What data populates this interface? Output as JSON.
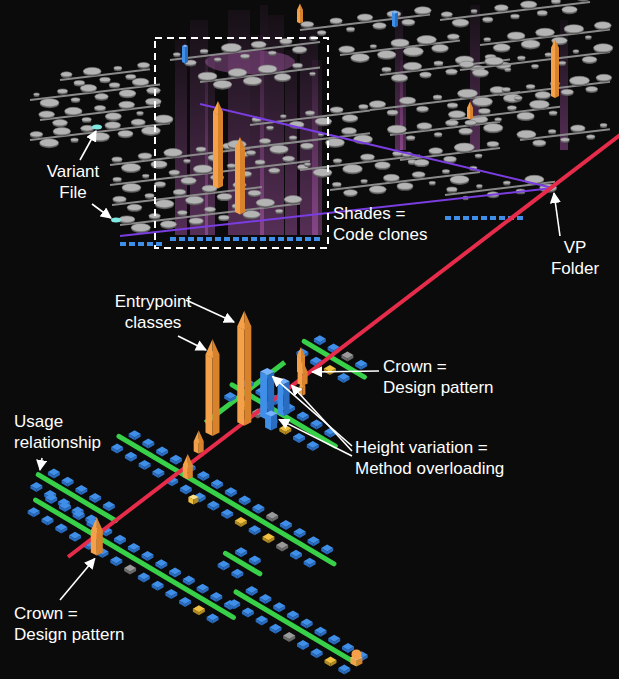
{
  "diagram": {
    "labels": [
      "Variant File",
      "Shades = Code clones",
      "VP Folder",
      "Entrypoint classes",
      "Crown = Design pattern",
      "Usage relationship",
      "Height variation = Method overloading",
      "Crown = Design pattern"
    ]
  }
}
